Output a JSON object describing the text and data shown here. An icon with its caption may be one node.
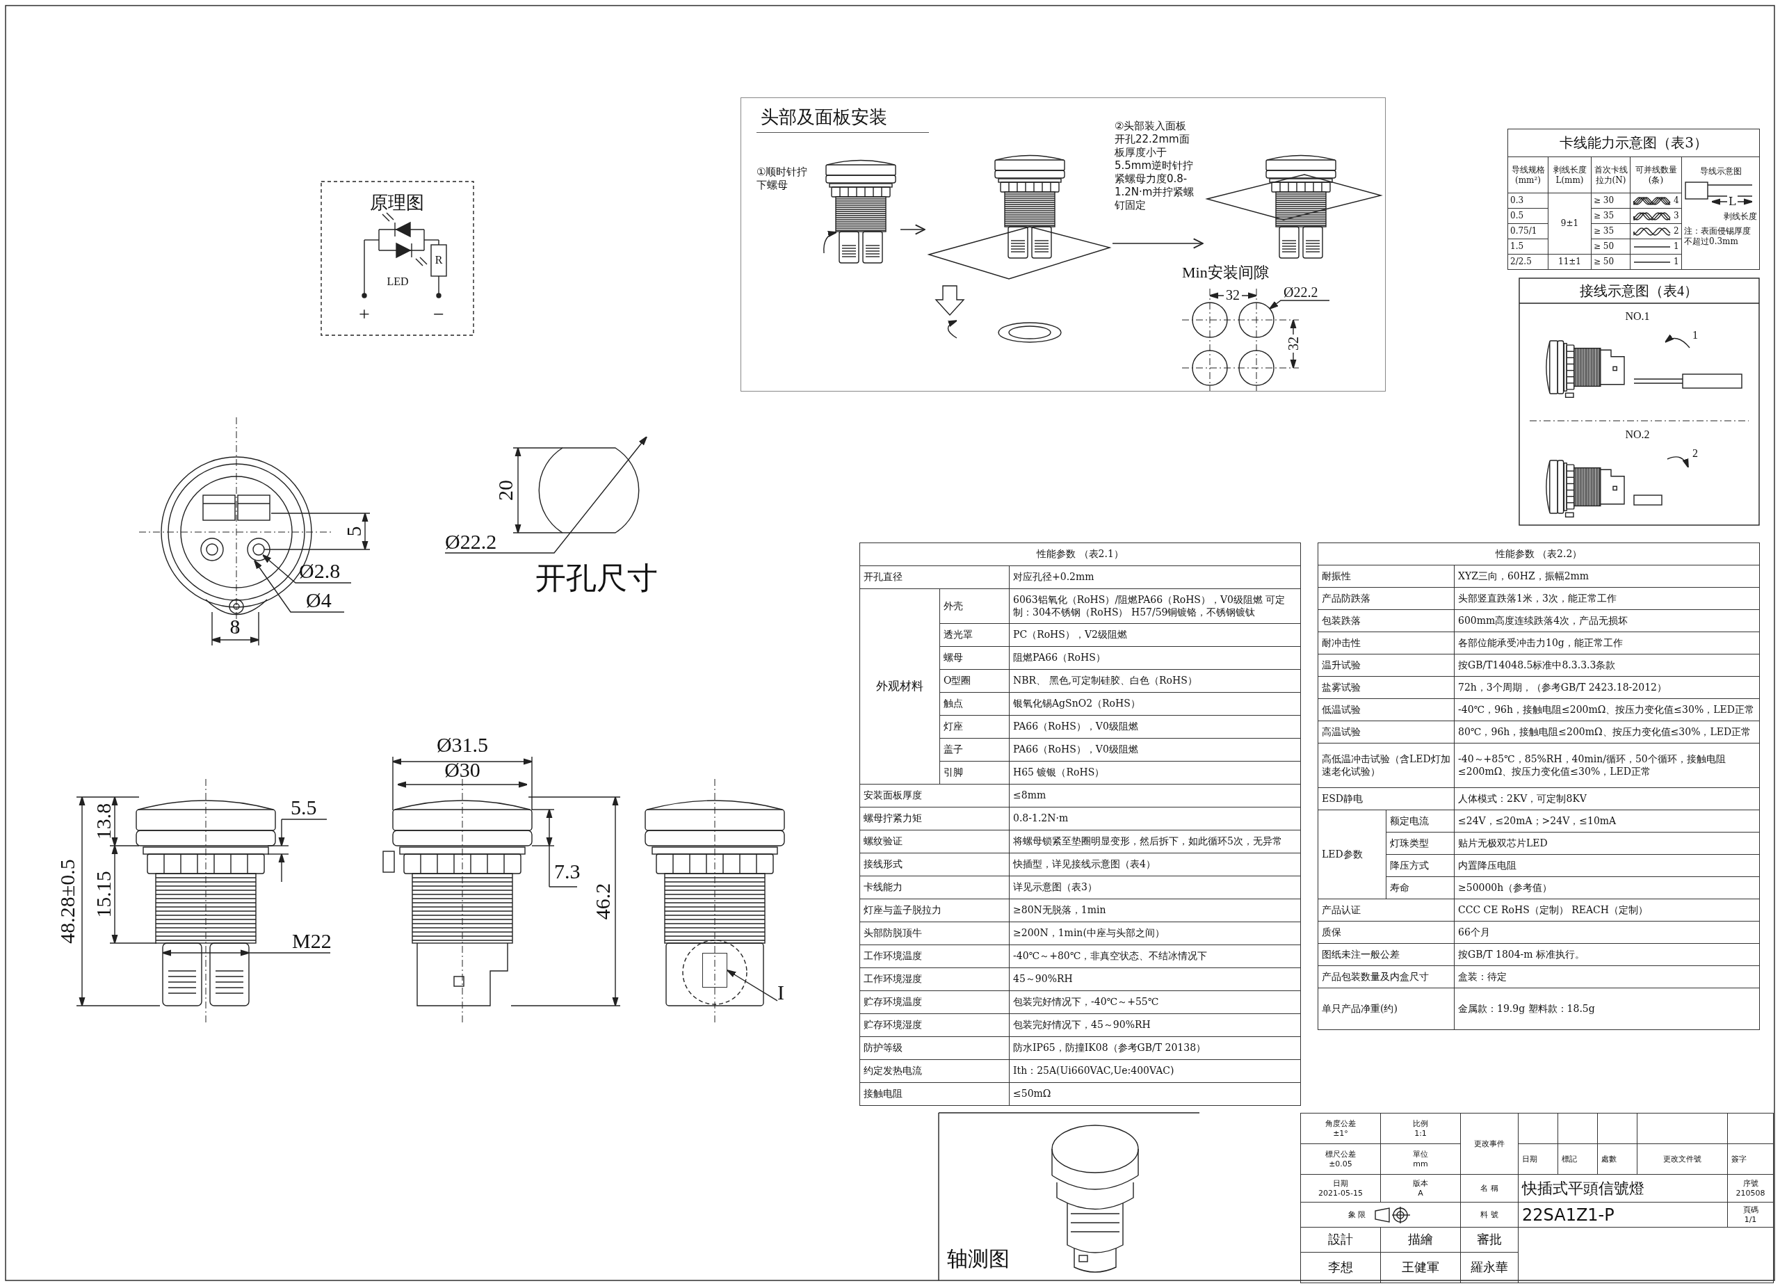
{
  "diagram": {
    "nodes": [
      {
        "text": [
          "头部及面板安装"
        ]
      },
      {
        "text": [],
        "shape": "picture",
        "in": 0,
        "beside": [
          "①顺时针拧下螺母"
        ]
      },
      {
        "text": [],
        "shape": "picture",
        "in": 0,
        "beside": [
          "②头部装入面板开孔22.2mm面板厚度小于5.5mm逆时针拧紧螺母力度0.8-1.2N·m并拧紧螺钉固定"
        ]
      },
      {
        "text": [],
        "shape": "picture",
        "in": 0
      },
      {
        "text": [
          "I"
        ]
      },
      {
        "text": [],
        "shape": "box"
      }
    ],
    "edges": [
      {
        "from": 1,
        "to": 2,
        "arrow": "to"
      },
      {
        "from": 2,
        "to": 3,
        "arrow": "to"
      },
      {
        "from": 4,
        "to": 5,
        "arrow": "to"
      }
    ],
    "labels": [
      "原理图",
      "LED",
      "R",
      "+",
      "−",
      "卡线能力示意图（表3）",
      "导线规格(mm²)",
      "剥线长度L(mm)",
      "首次卡线拉力(N)",
      "可并线数量(条)",
      "导线示意图",
      "0.3",
      "9±1",
      "≥ 30",
      "4",
      "L",
      "0.5",
      "≥ 35",
      "3",
      "剥线长度",
      "0.75/1",
      "≥ 35",
      "2",
      "注：表面侵锡厚度不超过0.3mm",
      "1.5",
      "≥ 50",
      "1",
      "2/2.5",
      "11±1",
      "≥ 50",
      "1",
      "Min安装间隙",
      "32",
      "Ø22.2",
      "32",
      "接线示意图（表4）",
      "NO.1",
      "1",
      "NO.2",
      "2",
      "5",
      "Ø2.8",
      "Ø4",
      "8",
      "20",
      "Ø22.2",
      "开孔尺寸",
      "性能参数 （表2.1）",
      "开孔直径",
      "对应孔径+0.2mm",
      "外观材料",
      "外壳",
      "6063铝氧化（RoHS）/阻燃PA66（RoHS），V0级阻燃 可定制：304不锈钢（RoHS） H57/59铜镀铬，不锈钢镀钛",
      "透光罩",
      "PC（RoHS），V2级阻燃",
      "螺母",
      "阻燃PA66（RoHS）",
      "O型圈",
      "NBR、 黑色,可定制硅胶、白色（RoHS）",
      "触点",
      "银氧化锡AgSnO2（RoHS）",
      "灯座",
      "PA66（RoHS），V0级阻燃",
      "盖子",
      "PA66（RoHS），V0级阻燃",
      "引脚",
      "H65 镀银（RoHS）",
      "安装面板厚度",
      "≤8mm",
      "螺母拧紧力矩",
      "0.8-1.2N·m",
      "螺纹验证",
      "将螺母锁紧至垫圈明显变形，然后拆下，如此循环5次，无异常",
      "接线形式",
      "快插型，详见接线示意图（表4）",
      "卡线能力",
      "详见示意图（表3）",
      "灯座与盖子脱拉力",
      "≥80N无脱落，1min",
      "头部防脱顶牛",
      "≥200N，1min(中座与头部之间）",
      "工作环境温度",
      "-40℃～+80℃，非真空状态、不结冰情况下",
      "工作环境湿度",
      "45～90%RH",
      "贮存环境温度",
      "包装完好情况下，-40℃～+55℃",
      "贮存环境湿度",
      "包装完好情况下，45～90%RH",
      "防护等级",
      "防水IP65，防撞IK08（参考GB/T 20138）",
      "约定发热电流",
      "Ith：25A(Ui660VAC,Ue:400VAC)",
      "接触电阻",
      "≤50mΩ",
      "性能参数 （表2.2）",
      "耐振性",
      "XYZ三向，60HZ，振幅2mm",
      "产品防跌落",
      "头部竖直跌落1米，3次，能正常工作",
      "包装跌落",
      "600mm高度连续跌落4次，产品无损坏",
      "耐冲击性",
      "各部位能承受冲击力10g，能正常工作",
      "温升试验",
      "按GB/T14048.5标准中8.3.3.3条款",
      "盐雾试验",
      "72h，3个周期，（参考GB/T 2423.18-2012）",
      "低温试验",
      "-40℃，96h，接触电阻≤200mΩ、按压力变化值≤30%，LED正常",
      "高温试验",
      "80℃，96h，接触电阻≤200mΩ、按压力变化值≤30%，LED正常",
      "高低温冲击试验（含LED灯加速老化试验）",
      "-40～+85℃，85%RH，40min/循环，50个循环，接触电阻≤200mΩ、按压力变化值≤30%，LED正常",
      "ESD静电",
      "人体模式：2KV，可定制8KV",
      "LED参数",
      "额定电流",
      "≤24V，≤20mA；>24V，≤10mA",
      "灯珠类型",
      "贴片无极双芯片LED",
      "降压方式",
      "内置降压电阻",
      "寿命",
      "≥50000h（参考值）",
      "产品认证",
      "CCC CE RoHS（定制） REACH（定制）",
      "质保",
      "66个月",
      "图纸未注一般公差",
      "按GB/T 1804-m 标准执行。",
      "产品包装数量及内盒尺寸",
      "盒装：待定",
      "单只产品净重(约)",
      "金属款：19.9g 塑料款：18.5g",
      "Ø31.5",
      "Ø30",
      "48.28±0.5",
      "13.8",
      "15.15",
      "5.5",
      "M22",
      "7.3",
      "46.2",
      "轴测图",
      "角度公差",
      "±1°",
      "比例",
      "1:1",
      "更改事件",
      "日期",
      "標記",
      "處數",
      "更改文件號",
      "簽字",
      "標尺公差",
      "±0.05",
      "單位",
      "mm",
      "日期",
      "2021-05-15",
      "版本",
      "A",
      "名 稱",
      "快插式平頭信號燈",
      "序號",
      "210508",
      "象 限",
      "料 號",
      "22SA1Z1-P",
      "頁碼",
      "1/1",
      "設計",
      "描繪",
      "審批",
      "李想",
      "王健軍",
      "羅永華"
    ]
  }
}
